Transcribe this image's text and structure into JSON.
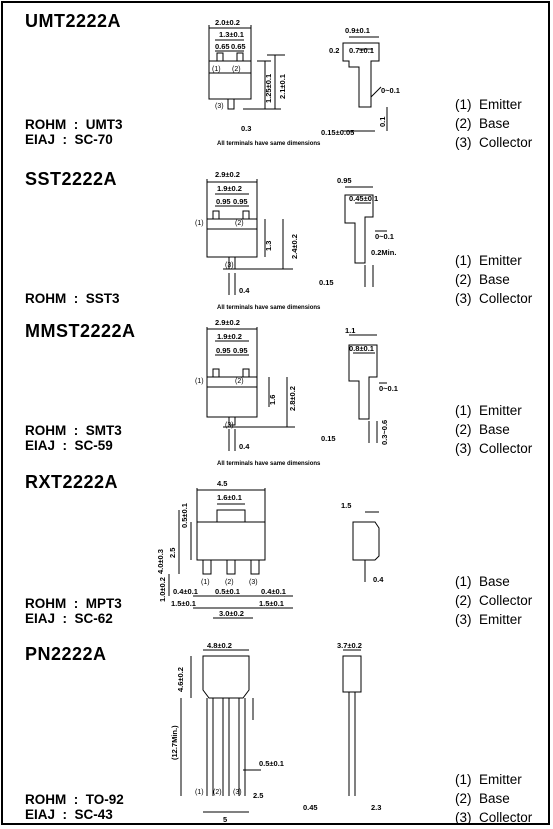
{
  "devices": [
    {
      "part": "UMT2222A",
      "rohm_line": "ROHM  :  UMT3",
      "eiaj_line": "EIAJ  :  SC-70",
      "pins": [
        "(1)  Emitter",
        "(2)  Base",
        "(3)  Collector"
      ],
      "note": "All terminals have same dimensions",
      "dims": [
        "2.0±0.2",
        "1.3±0.1",
        "0.65",
        "0.65",
        "0.9±0.1",
        "0.2",
        "0.7±0.1",
        "1.25±0.1",
        "2.1±0.1",
        "0~0.1",
        "0.1",
        "0.3",
        "0.15±0.05"
      ]
    },
    {
      "part": "SST2222A",
      "rohm_line": "ROHM  :  SST3",
      "eiaj_line": "",
      "pins": [
        "(1)  Emitter",
        "(2)  Base",
        "(3)  Collector"
      ],
      "note": "All terminals have same dimensions",
      "dims": [
        "2.9±0.2",
        "1.9±0.2",
        "0.95",
        "0.95",
        "0.95",
        "0.45±0.1",
        "1.3",
        "2.4±0.2",
        "0~0.1",
        "0.2Min.",
        "0.4",
        "0.15"
      ]
    },
    {
      "part": "MMST2222A",
      "rohm_line": "ROHM  :  SMT3",
      "eiaj_line": "EIAJ  :  SC-59",
      "pins": [
        "(1)  Emitter",
        "(2)  Base",
        "(3)  Collector"
      ],
      "note": "All terminals have same dimensions",
      "dims": [
        "2.9±0.2",
        "1.9±0.2",
        "0.95",
        "0.95",
        "1.1",
        "0.8±0.1",
        "1.6",
        "2.8±0.2",
        "0~0.1",
        "0.3~0.6",
        "0.4",
        "0.15"
      ]
    },
    {
      "part": "RXT2222A",
      "rohm_line": "ROHM  :  MPT3",
      "eiaj_line": "EIAJ  :  SC-62",
      "pins": [
        "(1)  Base",
        "(2)  Collector",
        "(3)  Emitter"
      ],
      "note": "",
      "dims": [
        "4.5",
        "1.6±0.1",
        "0.5±0.1",
        "4.0±0.3",
        "2.5",
        "1.0±0.2",
        "0.4±0.1",
        "0.5±0.1",
        "0.4±0.1",
        "1.5±0.1",
        "1.5±0.1",
        "3.0±0.2",
        "1.5",
        "0.4"
      ]
    },
    {
      "part": "PN2222A",
      "rohm_line": "ROHM  :  TO-92",
      "eiaj_line": "EIAJ  :  SC-43",
      "pins": [
        "(1)  Emitter",
        "(2)  Base",
        "(3)  Collector"
      ],
      "note": "",
      "dims": [
        "4.8±0.2",
        "3.7±0.2",
        "4.6±0.2",
        "(12.7Min.)",
        "0.5±0.1",
        "2.5",
        "5",
        "0.45",
        "2.3"
      ]
    }
  ]
}
